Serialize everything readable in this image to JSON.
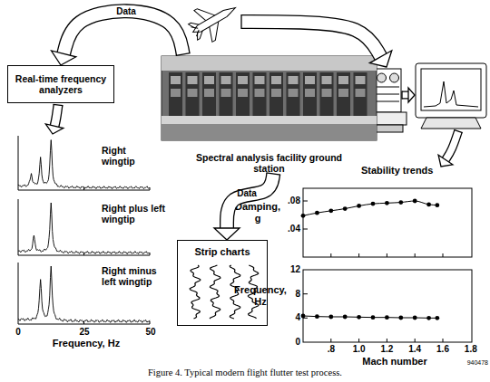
{
  "diagram": {
    "caption": "Figure 4. Typical modern flight flutter test process.",
    "nodes": [
      {
        "text": [
          "Real-time frequency analyzers"
        ]
      },
      {
        "text": [
          "Spectral analysis facility ground station"
        ]
      },
      {
        "text": [
          "Strip charts"
        ]
      }
    ],
    "edges": [
      {
        "from": 1,
        "to": 0,
        "label": "Data",
        "arrow": "to"
      },
      {
        "from": 1,
        "to": 2,
        "label": "Data",
        "arrow": "to"
      }
    ],
    "labels": [
      "Data",
      "Right wingtip",
      "Right plus left wingtip",
      "Right minus left wingtip",
      "0",
      "25",
      "50",
      "Frequency, Hz",
      "Stability trends",
      "Damping, g",
      ".08",
      ".04",
      "Frequency, Hz",
      "12",
      "8",
      "4",
      "0",
      ".8",
      "1.0",
      "1.2",
      "1.4",
      "1.6",
      "1.8",
      "Mach number",
      "940478"
    ]
  }
}
